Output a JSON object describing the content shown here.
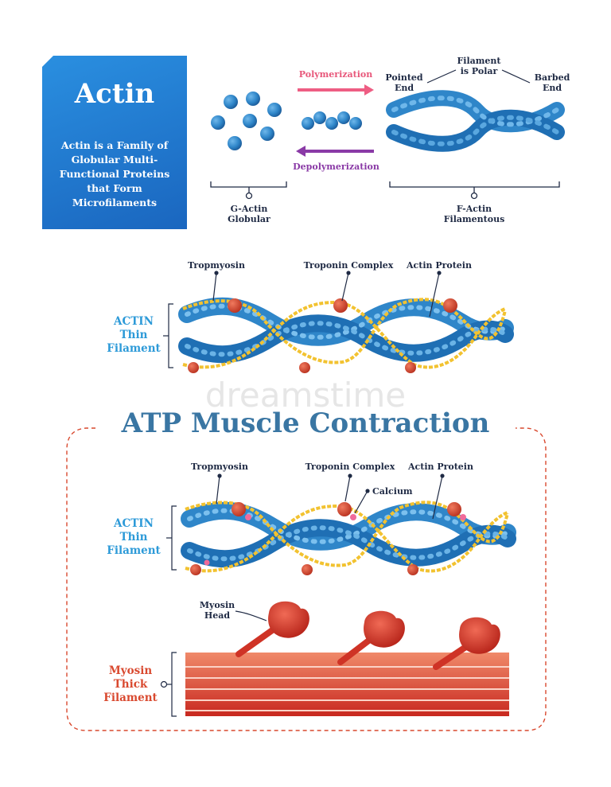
{
  "card": {
    "title": "Actin",
    "description": "Actin is a Family of Globular Multi-Functional Proteins that Form Microfilaments"
  },
  "polymerization": {
    "forward": "Polymerization",
    "reverse": "Depolymerization",
    "forward_color": "#ee5d83",
    "reverse_color": "#8a3aa6"
  },
  "g_actin": {
    "line1": "G-Actin",
    "line2": "Globular"
  },
  "f_actin": {
    "line1": "F-Actin",
    "line2": "Filamentous",
    "pointed_line1": "Pointed",
    "pointed_line2": "End",
    "polar_line1": "Filament",
    "polar_line2": "is Polar",
    "barbed_line1": "Barbed",
    "barbed_line2": "End"
  },
  "thin_filament_top": {
    "tropomyosin": "Tropmyosin",
    "troponin": "Troponin Complex",
    "actin_protein": "Actin Protein",
    "side_line1": "ACTIN",
    "side_line2": "Thin",
    "side_line3": "Filament"
  },
  "watermark": "dreamstime",
  "heading": "ATP Muscle Contraction",
  "thin_filament_bottom": {
    "tropomyosin": "Tropmyosin",
    "troponin": "Troponin Complex",
    "calcium": "Calcium",
    "actin_protein": "Actin Protein",
    "side_line1": "ACTIN",
    "side_line2": "Thin",
    "side_line3": "Filament"
  },
  "myosin": {
    "head_line1": "Myosin",
    "head_line2": "Head",
    "side_line1": "Myosin",
    "side_line2": "Thick",
    "side_line3": "Filament"
  },
  "colors": {
    "actin_blue": "#2f86c9",
    "actin_dark": "#1f5f9c",
    "tropomyosin_yellow": "#f2c230",
    "troponin_red": "#d9452b",
    "calcium_pink": "#f06a9a",
    "myosin_red": "#d7362b",
    "label_dark": "#1f2a44",
    "label_blue": "#2d9ad8"
  }
}
